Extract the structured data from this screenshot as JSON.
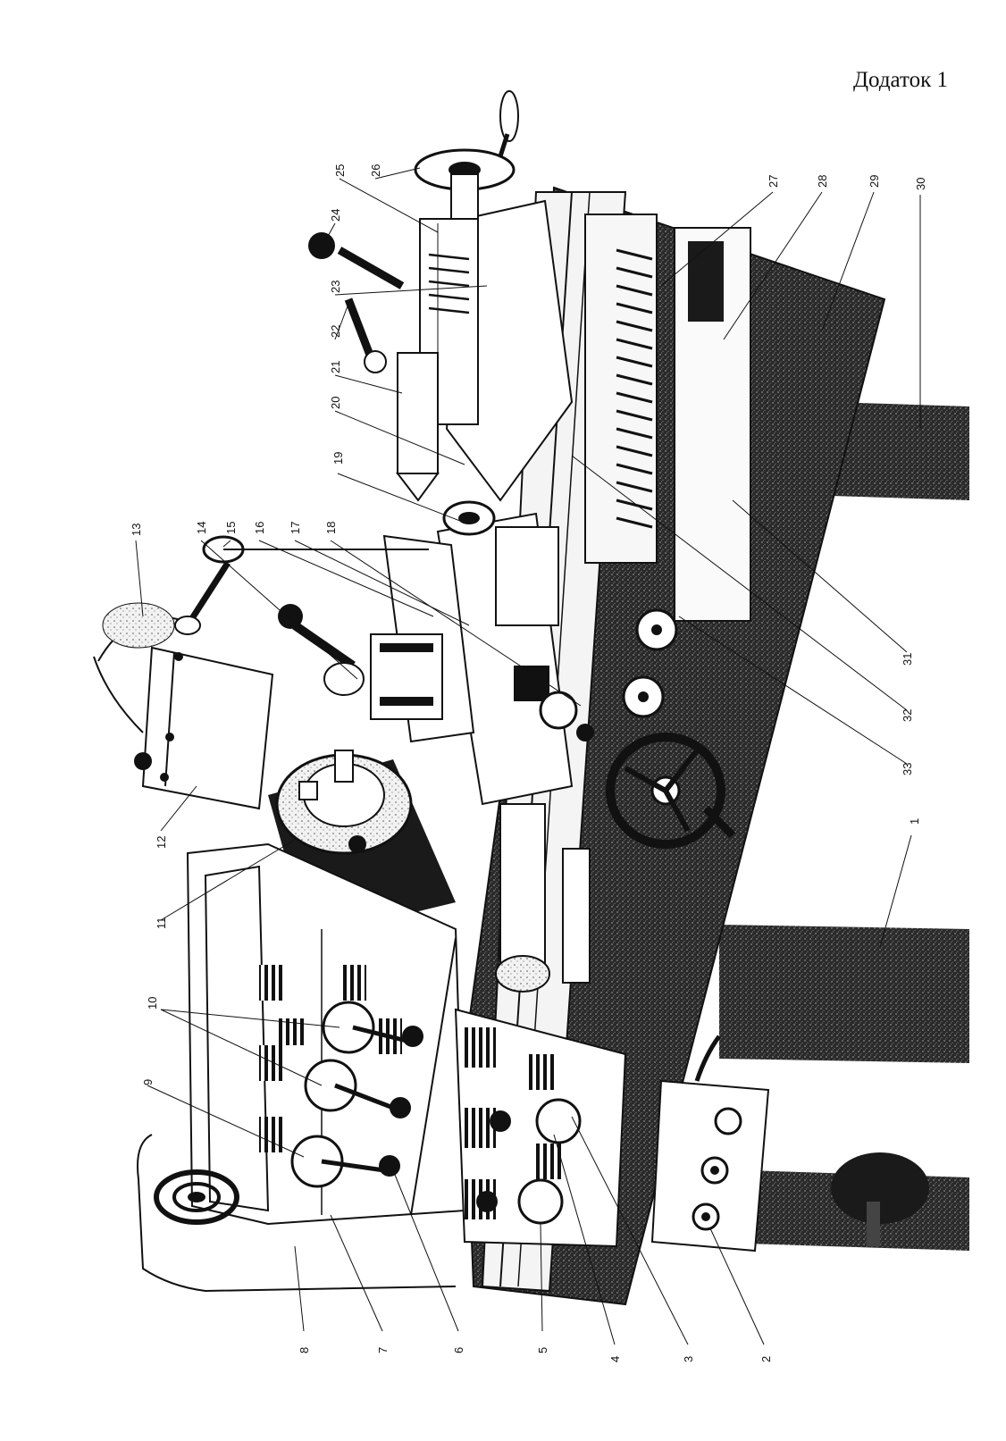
{
  "header": {
    "title": "Додаток 1"
  },
  "callouts": [
    "1",
    "2",
    "3",
    "4",
    "5",
    "6",
    "7",
    "8",
    "9",
    "10",
    "11",
    "12",
    "13",
    "14",
    "15",
    "16",
    "17",
    "18",
    "19",
    "20",
    "21",
    "22",
    "23",
    "24",
    "25",
    "26",
    "27",
    "28",
    "29",
    "30",
    "31",
    "32",
    "33"
  ]
}
